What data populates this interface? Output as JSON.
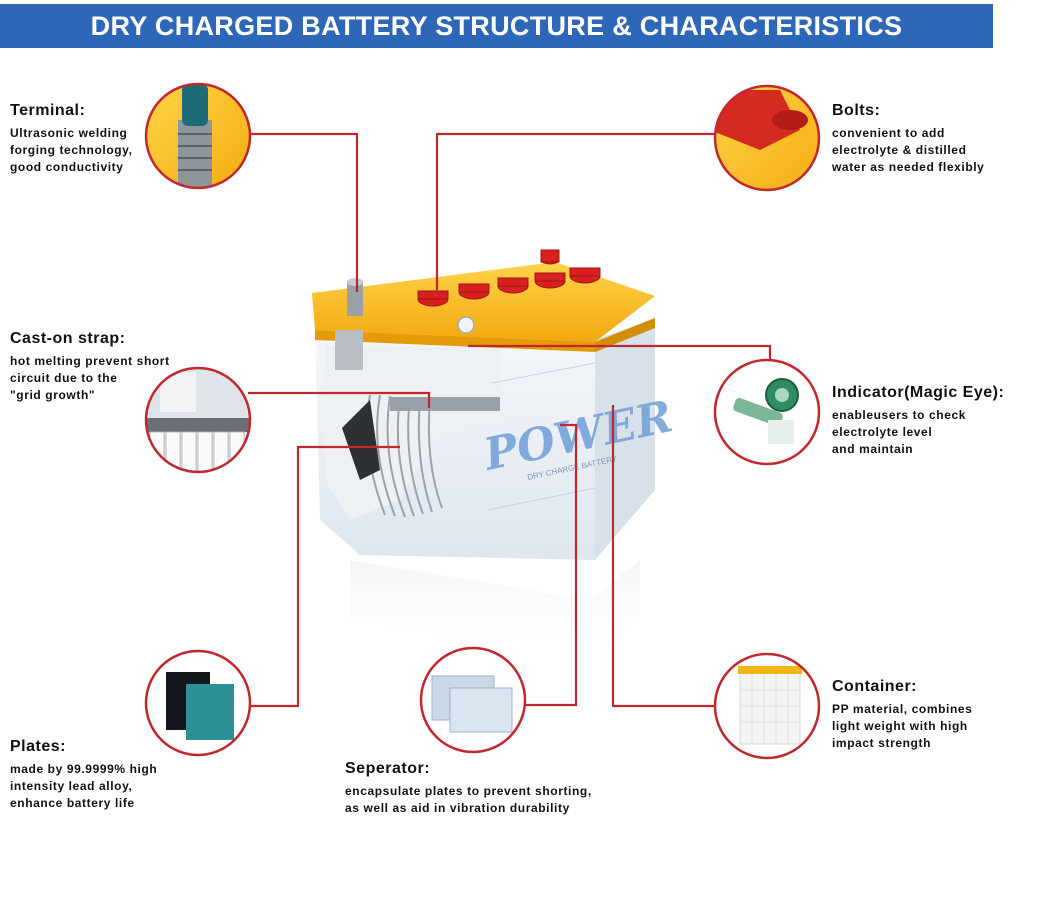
{
  "title": "DRY CHARGED  BATTERY  STRUCTURE & CHARACTERISTICS",
  "colors": {
    "banner": "#2e67b8",
    "leader_line": "#c0282d",
    "case_top": "#f7b915",
    "cap": "#d8201e"
  },
  "callouts": {
    "terminal": {
      "title": "Terminal:",
      "lines": [
        "Ultrasonic welding",
        "forging technology,",
        "good conductivity"
      ]
    },
    "cast_on_strap": {
      "title": "Cast-on strap:",
      "lines": [
        "hot melting prevent short",
        "circuit due to the",
        "\"grid growth\""
      ]
    },
    "plates": {
      "title": "Plates:",
      "lines": [
        "made by 99.9999% high",
        "intensity lead alloy,",
        "enhance battery life"
      ]
    },
    "separator": {
      "title": "Seperator:",
      "lines": [
        "encapsulate plates to prevent shorting,",
        "as well as aid in vibration durability"
      ]
    },
    "bolts": {
      "title": "Bolts:",
      "lines": [
        "convenient to add",
        "electrolyte & distilled",
        "water as needed flexibly"
      ]
    },
    "indicator": {
      "title": "Indicator(Magic Eye):",
      "lines": [
        "enableusers to check",
        "electrolyte level",
        "and maintain"
      ]
    },
    "container": {
      "title": "Container:",
      "lines": [
        "PP material, combines",
        "light weight with high",
        "impact strength"
      ]
    }
  },
  "battery": {
    "brand": "POWER",
    "label_text": "DRY CHARGE BATTERY"
  }
}
